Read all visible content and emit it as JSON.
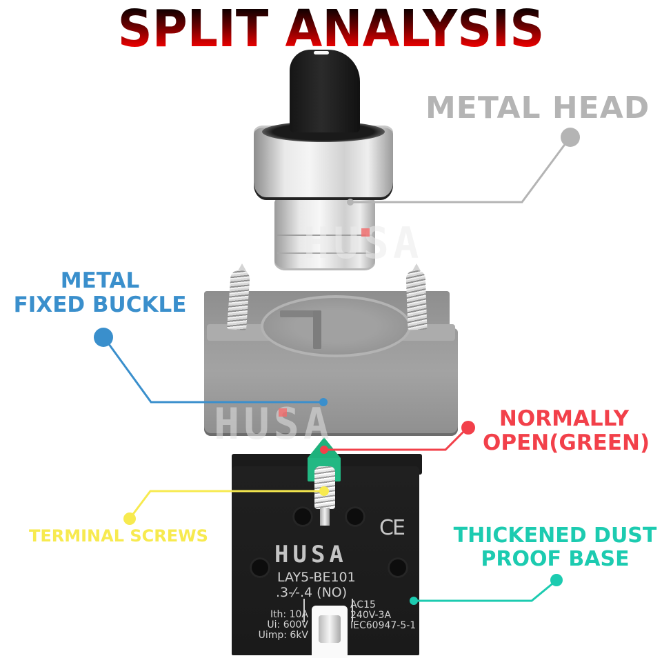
{
  "title": "SPLIT ANALYSIS",
  "colors": {
    "title_gradient": [
      "#000000",
      "#ff0000"
    ],
    "metal_head": "#b4b4b4",
    "metal_fixed_buckle": "#3a8fcc",
    "normally_open": "#f2404a",
    "terminal_screws": "#f7ea4f",
    "dust_proof_base": "#1ccbb0"
  },
  "callouts": {
    "metal_head": {
      "label": "METAL HEAD",
      "color": "#b4b4b4"
    },
    "metal_fixed_buckle": {
      "line1": "METAL",
      "line2": "FIXED BUCKLE",
      "color": "#3a8fcc"
    },
    "normally_open": {
      "line1": "NORMALLY",
      "line2": "OPEN(GREEN)",
      "color": "#f2404a"
    },
    "terminal_screws": {
      "label": "TERMINAL SCREWS",
      "color": "#f7ea4f"
    },
    "dust_proof_base": {
      "line1": "THICKENED DUST",
      "line2": "PROOF BASE",
      "color": "#1ccbb0"
    }
  },
  "product": {
    "watermark": "HUSA",
    "contact_block": {
      "ce_mark": "CE",
      "brand": "HUSA",
      "model": "LAY5-BE101",
      "wiring": ".3-⁄-.4 (NO)",
      "spec_left": [
        "Ith: 10A",
        "Ui: 600V",
        "Uimp: 6kV"
      ],
      "spec_right": [
        "AC15",
        "240V-3A",
        "IEC60947-5-1"
      ]
    }
  }
}
